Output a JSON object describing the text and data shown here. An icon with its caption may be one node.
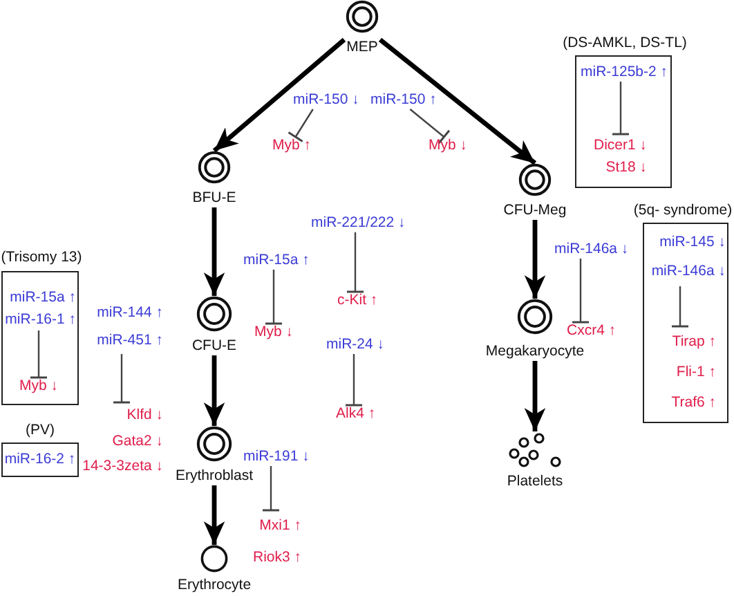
{
  "diagram": {
    "nodes": [
      {
        "text": [
          "MEP"
        ]
      },
      {
        "text": [
          "miR-150 ↓"
        ]
      },
      {
        "text": [
          "miR-150 ↑"
        ]
      },
      {
        "text": [
          "Myb ↑"
        ]
      },
      {
        "text": [
          "Myb ↓"
        ]
      },
      {
        "text": [
          "(DS-AMKL, DS-TL)"
        ]
      },
      {
        "text": [
          "miR-125b-2 ↑"
        ],
        "in": 5
      },
      {
        "text": [
          "Dicer1 ↓",
          "St18 ↓"
        ],
        "in": 5
      },
      {
        "text": [
          "BFU-E"
        ]
      },
      {
        "text": [
          "CFU-Meg"
        ]
      },
      {
        "text": [
          "miR-221/222 ↓"
        ]
      },
      {
        "text": [
          "c-Kit ↑"
        ]
      },
      {
        "text": [
          "(Trisomy 13)"
        ]
      },
      {
        "text": [
          "miR-15a ↑",
          "miR-16-1 ↑"
        ],
        "in": 12
      },
      {
        "text": [
          "Myb ↓"
        ],
        "in": 12
      },
      {
        "text": [
          "miR-144 ↑",
          "miR-451 ↑"
        ]
      },
      {
        "text": [
          "miR-15a ↑"
        ]
      },
      {
        "text": [
          "Myb ↓"
        ]
      },
      {
        "text": [
          "CFU-E"
        ]
      },
      {
        "text": [
          "miR-146a ↓"
        ]
      },
      {
        "text": [
          "Cxcr4 ↑"
        ]
      },
      {
        "text": [
          "(5q- syndrome)"
        ]
      },
      {
        "text": [
          "miR-145 ↓",
          "miR-146a ↓"
        ],
        "in": 21
      },
      {
        "text": [
          "Tirap ↑",
          "Fli-1 ↑",
          "Traf6 ↑"
        ],
        "in": 21
      },
      {
        "text": [
          "miR-24 ↓"
        ]
      },
      {
        "text": [
          "Alk4 ↑"
        ]
      },
      {
        "text": [
          "Megakaryocyte"
        ]
      },
      {
        "text": [
          "Klfd ↓",
          "Gata2 ↓",
          "14-3-3zeta ↓"
        ]
      },
      {
        "text": [
          "(PV)",
          "miR-16-2 ↑"
        ]
      },
      {
        "text": [
          "Erythroblast"
        ]
      },
      {
        "text": [
          "miR-191 ↓"
        ]
      },
      {
        "text": [
          "Mxi1 ↑",
          "Riok3 ↑"
        ]
      },
      {
        "text": [
          "Platelets"
        ]
      },
      {
        "text": [
          "Erythrocyte"
        ]
      }
    ],
    "edges": [
      {
        "from": 0,
        "to": 8,
        "arrow": "to",
        "style": "thick",
        "color": "#000000"
      },
      {
        "from": 0,
        "to": 9,
        "arrow": "to",
        "style": "thick",
        "color": "#000000"
      },
      {
        "from": 8,
        "to": 18,
        "arrow": "to",
        "style": "thick",
        "color": "#000000"
      },
      {
        "from": 18,
        "to": 29,
        "arrow": "to",
        "style": "thick",
        "color": "#000000"
      },
      {
        "from": 29,
        "to": 33,
        "arrow": "to",
        "style": "thick",
        "color": "#000000"
      },
      {
        "from": 9,
        "to": 26,
        "arrow": "to",
        "style": "thick",
        "color": "#000000"
      },
      {
        "from": 26,
        "to": 32,
        "arrow": "to",
        "style": "thick",
        "color": "#000000"
      },
      {
        "from": 1,
        "to": 3,
        "arrow": "other"
      },
      {
        "from": 2,
        "to": 4,
        "arrow": "other"
      },
      {
        "from": 6,
        "to": 7,
        "arrow": "other"
      },
      {
        "from": 10,
        "to": 11,
        "arrow": "other"
      },
      {
        "from": 13,
        "to": 14,
        "arrow": "other"
      },
      {
        "from": 15,
        "to": 27,
        "arrow": "other"
      },
      {
        "from": 16,
        "to": 17,
        "arrow": "other"
      },
      {
        "from": 19,
        "to": 20,
        "arrow": "other"
      },
      {
        "from": 22,
        "to": 23,
        "arrow": "other"
      },
      {
        "from": 24,
        "to": 25,
        "arrow": "other"
      },
      {
        "from": 30,
        "to": 31,
        "arrow": "other"
      }
    ]
  }
}
